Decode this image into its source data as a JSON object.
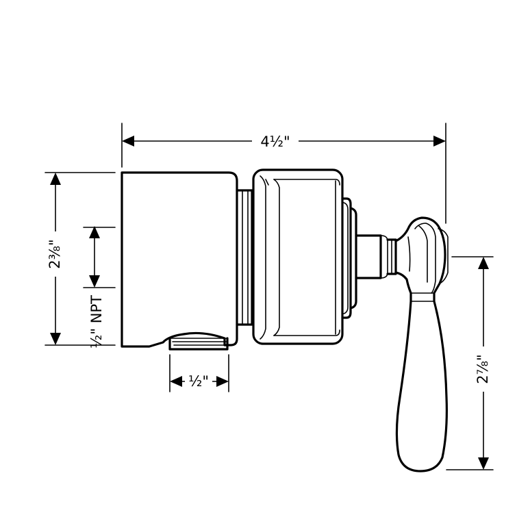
{
  "dimensions": {
    "overall_width": "4½\"",
    "overall_height": "2⅜\"",
    "thread_size": "½\" NPT",
    "outlet_width": "½\"",
    "handle_drop": "2⅞\""
  }
}
